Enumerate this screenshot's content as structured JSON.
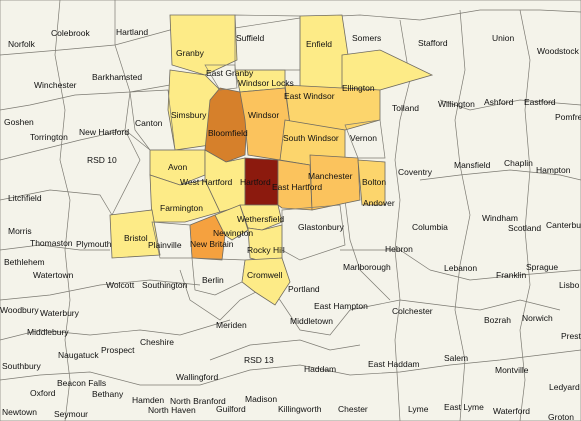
{
  "colors": {
    "background": "#ffffff",
    "base_land": "#f4f3ea",
    "border": "#6e6a60",
    "shade_1": "#fdeb87",
    "shade_2": "#fcd56c",
    "shade_3": "#fbc35d",
    "shade_4": "#f5a13f",
    "shade_5": "#d6802b",
    "shade_6": "#8c1a0e"
  },
  "shaded_towns": [
    {
      "name": "Hartford",
      "level": 6
    },
    {
      "name": "Bloomfield",
      "level": 5
    },
    {
      "name": "New Britain",
      "level": 4
    },
    {
      "name": "Windsor",
      "level": 3
    },
    {
      "name": "Manchester",
      "level": 3
    },
    {
      "name": "East Hartford",
      "level": 3
    },
    {
      "name": "Bolton",
      "level": 2
    },
    {
      "name": "South Windsor",
      "level": 2
    },
    {
      "name": "East Windsor",
      "level": 2
    },
    {
      "name": "Enfield",
      "level": 1
    },
    {
      "name": "Granby",
      "level": 1
    },
    {
      "name": "Simsbury",
      "level": 1
    },
    {
      "name": "Avon",
      "level": 1
    },
    {
      "name": "Farmington",
      "level": 1
    },
    {
      "name": "West Hartford",
      "level": 1
    },
    {
      "name": "Bristol",
      "level": 1
    },
    {
      "name": "Ellington",
      "level": 1
    },
    {
      "name": "Windsor Locks",
      "level": 1
    },
    {
      "name": "Rocky Hill",
      "level": 1
    },
    {
      "name": "Cromwell",
      "level": 1
    },
    {
      "name": "Wethersfield",
      "level": 1
    },
    {
      "name": "Newington",
      "level": 1
    }
  ],
  "labels": {
    "norfolk": "Norfolk",
    "colebrook": "Colebrook",
    "hartland": "Hartland",
    "granby": "Granby",
    "suffield": "Suffield",
    "enfield": "Enfield",
    "somers": "Somers",
    "stafford": "Stafford",
    "union": "Union",
    "woodstock": "Woodstock",
    "winchester": "Winchester",
    "barkhamsted": "Barkhamsted",
    "east_granby": "East Granby",
    "windsor_locks": "Windsor Locks",
    "east_windsor": "East Windsor",
    "ellington": "Ellington",
    "tolland": "Tolland",
    "willington": "Willington",
    "ashford": "Ashford",
    "eastford": "Eastford",
    "pomfret": "Pomfret",
    "goshen": "Goshen",
    "torrington": "Torrington",
    "new_hartford": "New Hartford",
    "canton": "Canton",
    "simsbury": "Simsbury",
    "bloomfield": "Bloomfield",
    "windsor": "Windsor",
    "south_windsor": "South Windsor",
    "vernon": "Vernon",
    "mansfield": "Mansfield",
    "chaplin": "Chaplin",
    "hampton": "Hampton",
    "rsd10": "RSD 10",
    "avon": "Avon",
    "west_hartford": "West Hartford",
    "hartford": "Hartford",
    "east_hartford": "East Hartford",
    "manchester": "Manchester",
    "bolton": "Bolton",
    "coventry": "Coventry",
    "litchfield": "Litchfield",
    "andover": "Andover",
    "farmington": "Farmington",
    "windham": "Windham",
    "scotland": "Scotland",
    "canterbury": "Canterbury",
    "morris": "Morris",
    "wethersfield": "Wethersfield",
    "glastonbury": "Glastonbury",
    "columbia": "Columbia",
    "thomaston": "Thomaston",
    "plymouth": "Plymouth",
    "bristol": "Bristol",
    "plainville": "Plainville",
    "newington": "Newington",
    "new_britain": "New Britain",
    "hebron": "Hebron",
    "bethlehem": "Bethlehem",
    "rocky_hill": "Rocky Hill",
    "lebanon": "Lebanon",
    "sprague": "Sprague",
    "franklin": "Franklin",
    "lisbon": "Lisbo",
    "watertown": "Watertown",
    "cromwell": "Cromwell",
    "marlborough": "Marlborough",
    "wolcott": "Wolcott",
    "southington": "Southington",
    "berlin": "Berlin",
    "portland": "Portland",
    "woodbury": "Woodbury",
    "waterbury": "Waterbury",
    "east_hampton": "East Hampton",
    "colchester": "Colchester",
    "bozrah": "Bozrah",
    "norwich": "Norwich",
    "preston": "Presto",
    "middlebury": "Middlebury",
    "meriden": "Meriden",
    "middletown": "Middletown",
    "prospect": "Prospect",
    "cheshire": "Cheshire",
    "naugatuck": "Naugatuck",
    "rsd13": "RSD 13",
    "southbury": "Southbury",
    "haddam": "Haddam",
    "east_haddam": "East Haddam",
    "salem": "Salem",
    "montville": "Montville",
    "wallingford": "Wallingford",
    "beacon_falls": "Beacon Falls",
    "oxford": "Oxford",
    "bethany": "Bethany",
    "hamden": "Hamden",
    "north_branford": "North Branford",
    "madison": "Madison",
    "ledyard": "Ledyard",
    "newtown": "Newtown",
    "seymour": "Seymour",
    "north_haven": "North Haven",
    "guilford": "Guilford",
    "killingworth": "Killingworth",
    "chester": "Chester",
    "lyme": "Lyme",
    "east_lyme": "East Lyme",
    "waterford": "Waterford",
    "groton": "Groton"
  }
}
